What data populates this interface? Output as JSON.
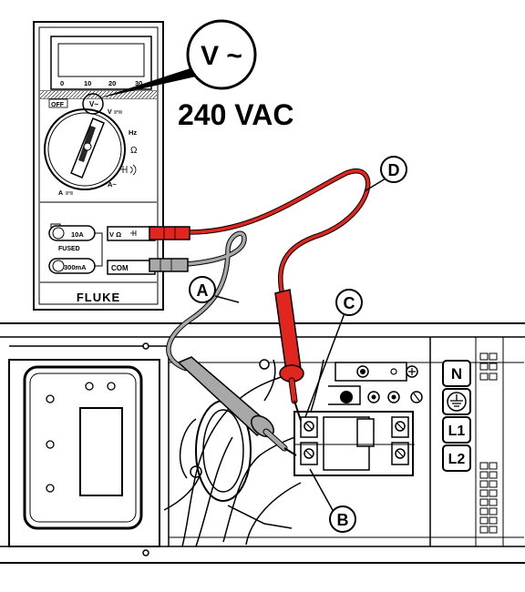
{
  "meter": {
    "brand": "FLUKE",
    "scale_ticks": [
      "0",
      "10",
      "20",
      "30"
    ],
    "off_label": "OFF",
    "v_ac_label": "V~",
    "v_dc_label": "V",
    "hz_label": "Hz",
    "ohm_label": "Ω",
    "a_ac_label": "A~",
    "a_dc_label": "A",
    "jack_10a": "10A",
    "fused_label": "FUSED",
    "jack_300ma": "300mA",
    "jack_vohm": "V Ω",
    "jack_com": "COM"
  },
  "callout": {
    "symbol": "V ~",
    "reading": "240 VAC"
  },
  "labels": {
    "a": "A",
    "b": "B",
    "c": "C",
    "d": "D"
  },
  "terminal_block": {
    "n": "N",
    "l1": "L1",
    "l2": "L2"
  },
  "colors": {
    "red_lead": "#e0261e",
    "gray_lead": "#a8a8a8",
    "outline": "#000000"
  }
}
